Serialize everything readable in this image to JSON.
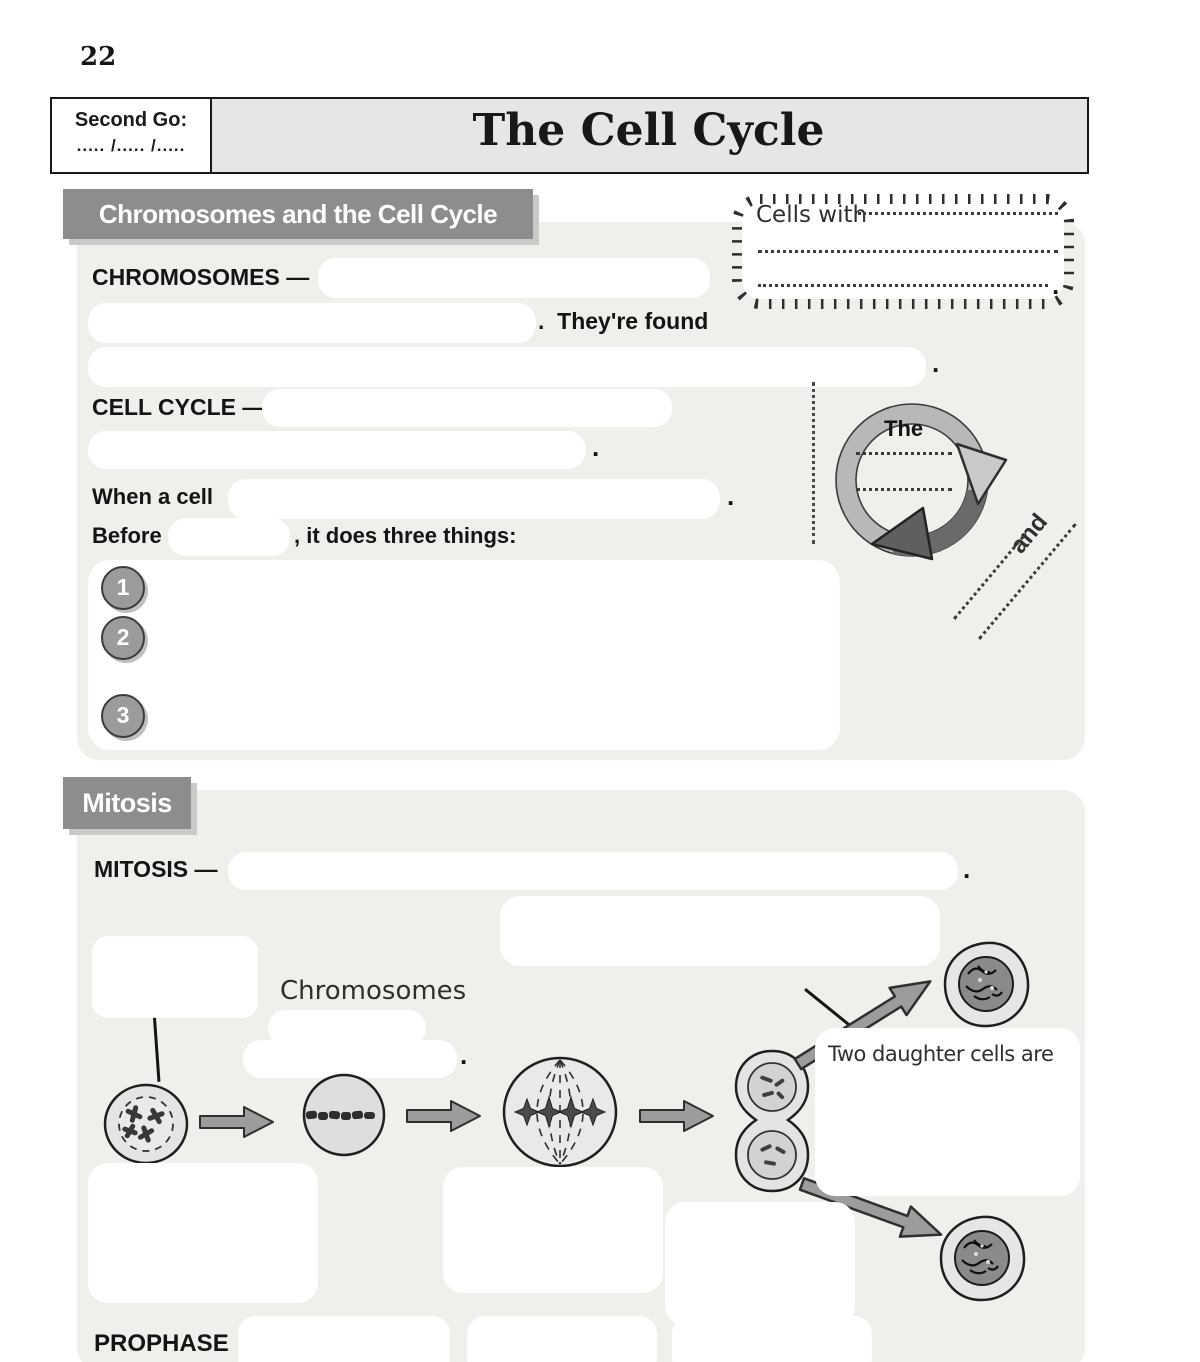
{
  "page": {
    "number": "22"
  },
  "header": {
    "second_go_label": "Second Go:",
    "date_placeholder": "..... /..... /.....",
    "title": "The Cell Cycle"
  },
  "section_chromosomes": {
    "badge": "Chromosomes and the Cell Cycle",
    "chromosomes_term": "CHROMOSOMES —",
    "found_suffix": ".  They're found",
    "line3_period": ".",
    "cell_cycle_term": "CELL CYCLE —",
    "line5_period": ".",
    "when_a_cell": "When a cell",
    "when_period": ".",
    "before": "Before",
    "three_things": ", it does three things:",
    "steps": [
      "1",
      "2",
      "3"
    ],
    "cycle_diagram": {
      "the_label": "The",
      "and_label": "and"
    },
    "cells_with_note": {
      "prefix": "Cells with",
      "end_period": "."
    }
  },
  "section_mitosis": {
    "badge": "Mitosis",
    "mitosis_term": "MITOSIS —",
    "term_period": ".",
    "chromosomes_caption": "Chromosomes",
    "caption_period": ".",
    "daughter_cells_text": "Two daughter cells are",
    "prophase_label": "PROPHASE"
  },
  "colors": {
    "panel": "#eef0ec",
    "badge_gray": "#8d8d8d",
    "title_bar": "#e6e6e6",
    "arrow_gray": "#9c9c9c",
    "ink": "#1a1a1a"
  }
}
